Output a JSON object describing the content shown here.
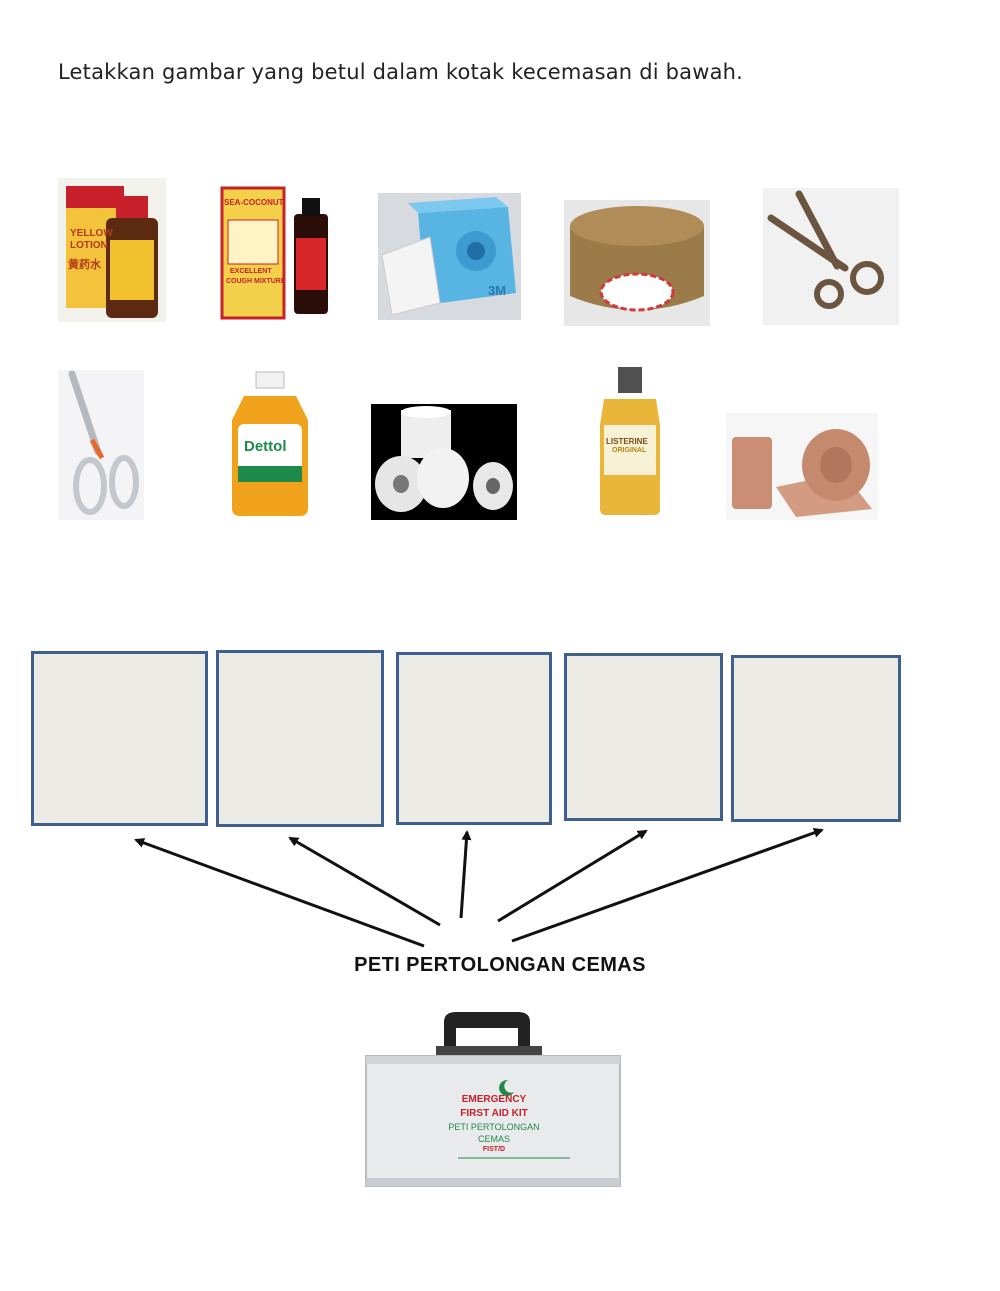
{
  "instruction": "Letakkan gambar yang betul dalam kotak kecemasan di bawah.",
  "items": {
    "yellow_lotion": {
      "line1": "YELLOW",
      "line2": "LOTION",
      "chinese": "黄药水"
    },
    "sea_coconut": {
      "line1": "SEA-COCONUT",
      "line2": "EXCELLENT",
      "line3": "COUGH MIXTURE"
    },
    "tape_brand": "3M",
    "dettol": "Dettol",
    "listerine": {
      "line1": "LISTERINE",
      "line2": "ORIGINAL"
    }
  },
  "kit_title": "PETI PERTOLONGAN CEMAS",
  "kit_label": {
    "line1": "EMERGENCY",
    "line2": "FIRST AID KIT",
    "line3": "PETI PERTOLONGAN",
    "line4": "CEMAS",
    "line5": "FIST/D"
  },
  "colors": {
    "box_border": "#3f5f8e",
    "box_fill": "#ecebe6",
    "kit_red": "#c8202a",
    "kit_green": "#1e8a4a"
  }
}
